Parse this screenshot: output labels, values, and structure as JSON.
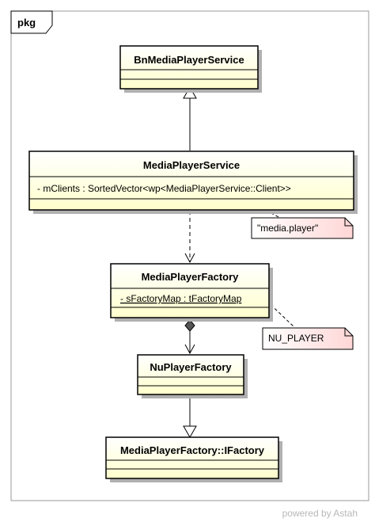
{
  "package": {
    "label": "pkg"
  },
  "classes": {
    "bn_media_player_service": {
      "name": "BnMediaPlayerService"
    },
    "media_player_service": {
      "name": "MediaPlayerService",
      "attribute": "- mClients : SortedVector<wp<MediaPlayerService::Client>>"
    },
    "media_player_factory": {
      "name": "MediaPlayerFactory",
      "attribute": "- sFactoryMap : tFactoryMap"
    },
    "nu_player_factory": {
      "name": "NuPlayerFactory"
    },
    "ifactory": {
      "name": "MediaPlayerFactory::IFactory"
    }
  },
  "notes": {
    "media_player": {
      "text": "\"media.player\""
    },
    "nu_player": {
      "text": "NU_PLAYER"
    }
  },
  "watermark": {
    "text": "powered by Astah"
  },
  "colors": {
    "class_fill": "#ffffcc",
    "note_fill": "#ffe6e6",
    "line": "#000000",
    "shadow": "#b0b0b0"
  }
}
